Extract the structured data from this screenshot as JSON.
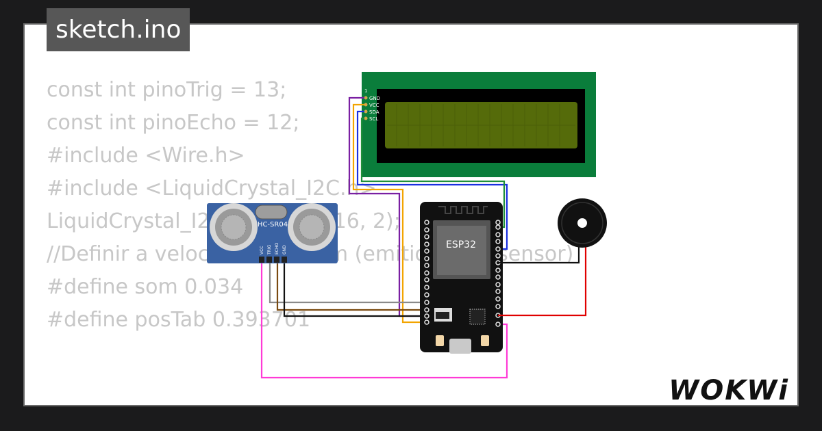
{
  "header": {
    "filename": "sketch.ino"
  },
  "code": {
    "lines": [
      "const int pinoTrig = 13;",
      "const int pinoEcho = 12;",
      "",
      "#include <Wire.h>",
      "#include <LiquidCrystal_I2C.h>",
      "",
      "LiquidCrystal_I2C lcd(0x27, 16, 2);",
      "",
      "//Definir a velocidade do som (emitido pelo sensor)",
      "#define som 0.034",
      "#define posTab 0.393701"
    ]
  },
  "components": {
    "lcd": {
      "pins": [
        "GND",
        "VCC",
        "SDA",
        "SCL"
      ],
      "pin1_label": "1"
    },
    "ultrasonic": {
      "label": "HC-SR04",
      "pins": [
        "VCC",
        "TRIG",
        "ECHO",
        "GND"
      ]
    },
    "mcu": {
      "label": "ESP32"
    }
  },
  "brand": {
    "logo": "WOKWi"
  },
  "colors": {
    "lcd_board": "#0a7d3b",
    "lcd_screen": "#556b0a",
    "sensor_board": "#3a62a3",
    "esp_board": "#111111",
    "wire_purple": "#7a1fa2",
    "wire_orange": "#f2a400",
    "wire_blue": "#1a2fe0",
    "wire_green": "#1f8f3a",
    "wire_gray": "#8a8a8a",
    "wire_brown": "#7a4a10",
    "wire_black": "#111111",
    "wire_magenta": "#ff3ad6",
    "wire_red": "#e00000"
  }
}
